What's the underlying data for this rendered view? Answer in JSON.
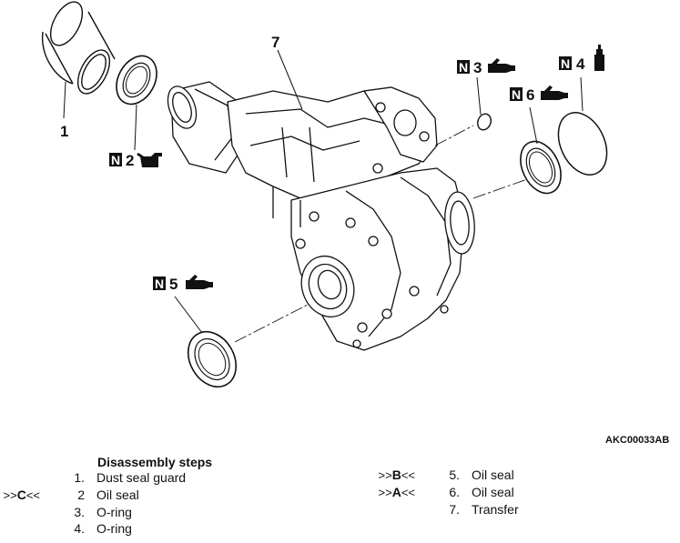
{
  "callouts": {
    "c1": "1",
    "c2": "2",
    "c3": "3",
    "c4": "4",
    "c5": "5",
    "c6": "6",
    "c7": "7",
    "n_mark": "N"
  },
  "reference_code": "AKC00033AB",
  "steps_title": "Disassembly steps",
  "steps_left": [
    {
      "marker_pre": "",
      "marker_letter": "",
      "marker_post": "",
      "num": "1.",
      "name": "Dust seal guard"
    },
    {
      "marker_pre": ">>",
      "marker_letter": "C",
      "marker_post": "<<",
      "num": "2",
      "name": "Oil seal"
    },
    {
      "marker_pre": "",
      "marker_letter": "",
      "marker_post": "",
      "num": "3.",
      "name": "O-ring"
    },
    {
      "marker_pre": "",
      "marker_letter": "",
      "marker_post": "",
      "num": "4.",
      "name": "O-ring"
    }
  ],
  "steps_right": [
    {
      "marker_pre": ">>",
      "marker_letter": "B",
      "marker_post": "<<",
      "num": "5.",
      "name": "Oil seal"
    },
    {
      "marker_pre": ">>",
      "marker_letter": "A",
      "marker_post": "<<",
      "num": "6.",
      "name": "Oil seal"
    },
    {
      "marker_pre": "",
      "marker_letter": "",
      "marker_post": "",
      "num": "7.",
      "name": "Transfer"
    }
  ],
  "icons": {
    "c2": "oil-can-icon",
    "c3": "grease-tube-icon",
    "c4": "sealant-bottle-icon",
    "c5": "grease-tube-icon",
    "c6": "grease-tube-icon"
  }
}
